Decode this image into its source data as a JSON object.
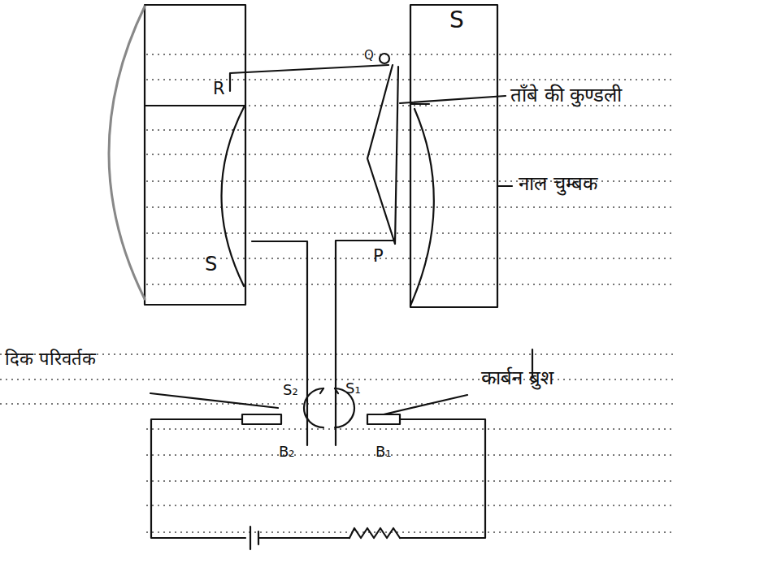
{
  "diagram": {
    "labels": [
      "R",
      "Q",
      "S",
      "ताँबे की कुण्डली",
      "नाल चुम्बक",
      "S",
      "P",
      "दिक परिवर्तक",
      "कार्बन ब्रुश",
      "S₂",
      "S₁",
      "B₂",
      "B₁"
    ]
  }
}
